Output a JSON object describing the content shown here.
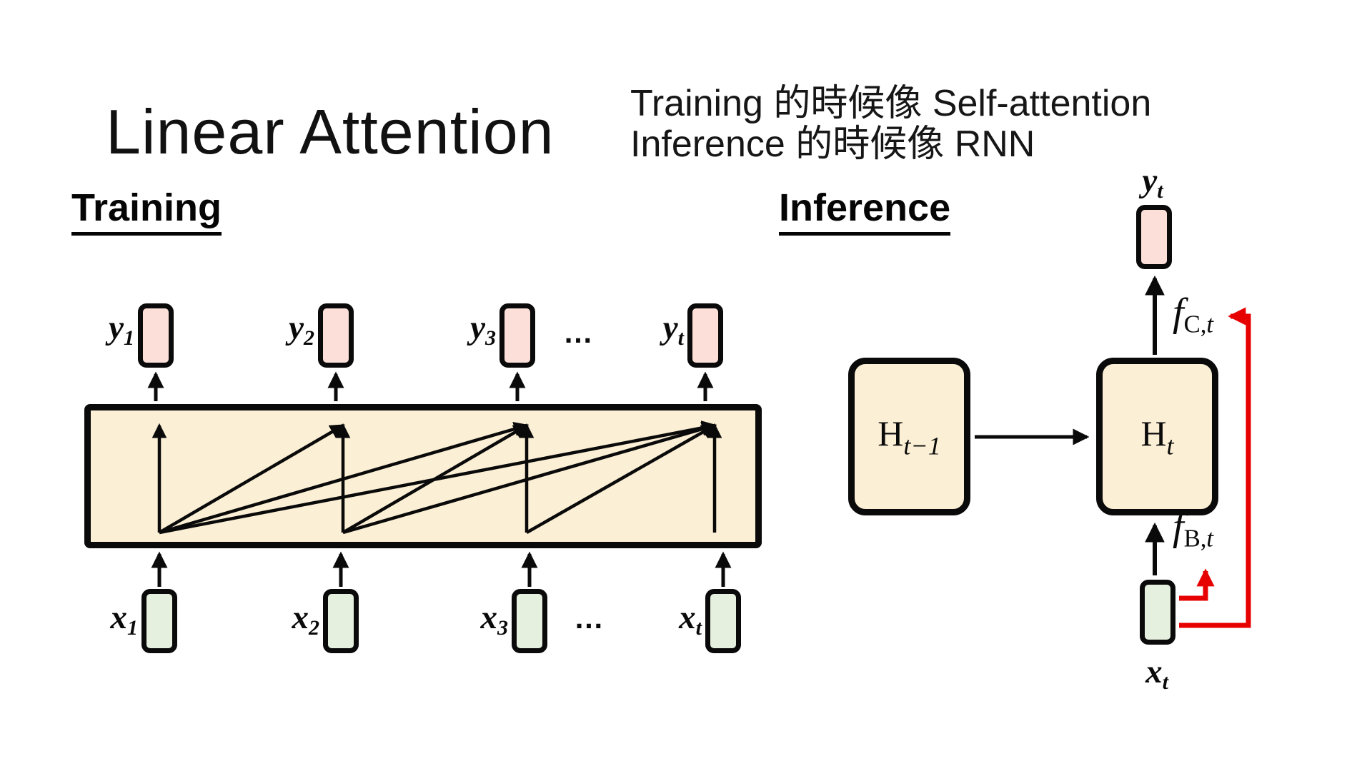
{
  "colors": {
    "yellow": "#FBEFD5",
    "pink": "#FBDFD8",
    "green": "#E6F0DE",
    "red": "#E70000",
    "black": "#0A0A0A"
  },
  "title": "Linear Attention",
  "note": {
    "line1": "Training 的時候像 Self-attention",
    "line2": "Inference 的時候像 RNN"
  },
  "training": {
    "heading": "Training",
    "ellipsis": "…",
    "outputs": [
      {
        "base": "y",
        "sub": "1"
      },
      {
        "base": "y",
        "sub": "2"
      },
      {
        "base": "y",
        "sub": "3"
      },
      {
        "base": "y",
        "sub": "t"
      }
    ],
    "inputs": [
      {
        "base": "x",
        "sub": "1"
      },
      {
        "base": "x",
        "sub": "2"
      },
      {
        "base": "x",
        "sub": "3"
      },
      {
        "base": "x",
        "sub": "t"
      }
    ]
  },
  "inference": {
    "heading": "Inference",
    "state_prev": {
      "base": "H",
      "sub": "t−1"
    },
    "state_curr": {
      "base": "H",
      "sub": "t"
    },
    "output": {
      "base": "y",
      "sub": "t"
    },
    "input": {
      "base": "x",
      "sub": "t"
    },
    "f_output": {
      "base": "f",
      "sub_roman": "C,",
      "sub_italic": "t"
    },
    "f_input": {
      "base": "f",
      "sub_roman": "B,",
      "sub_italic": "t"
    }
  }
}
